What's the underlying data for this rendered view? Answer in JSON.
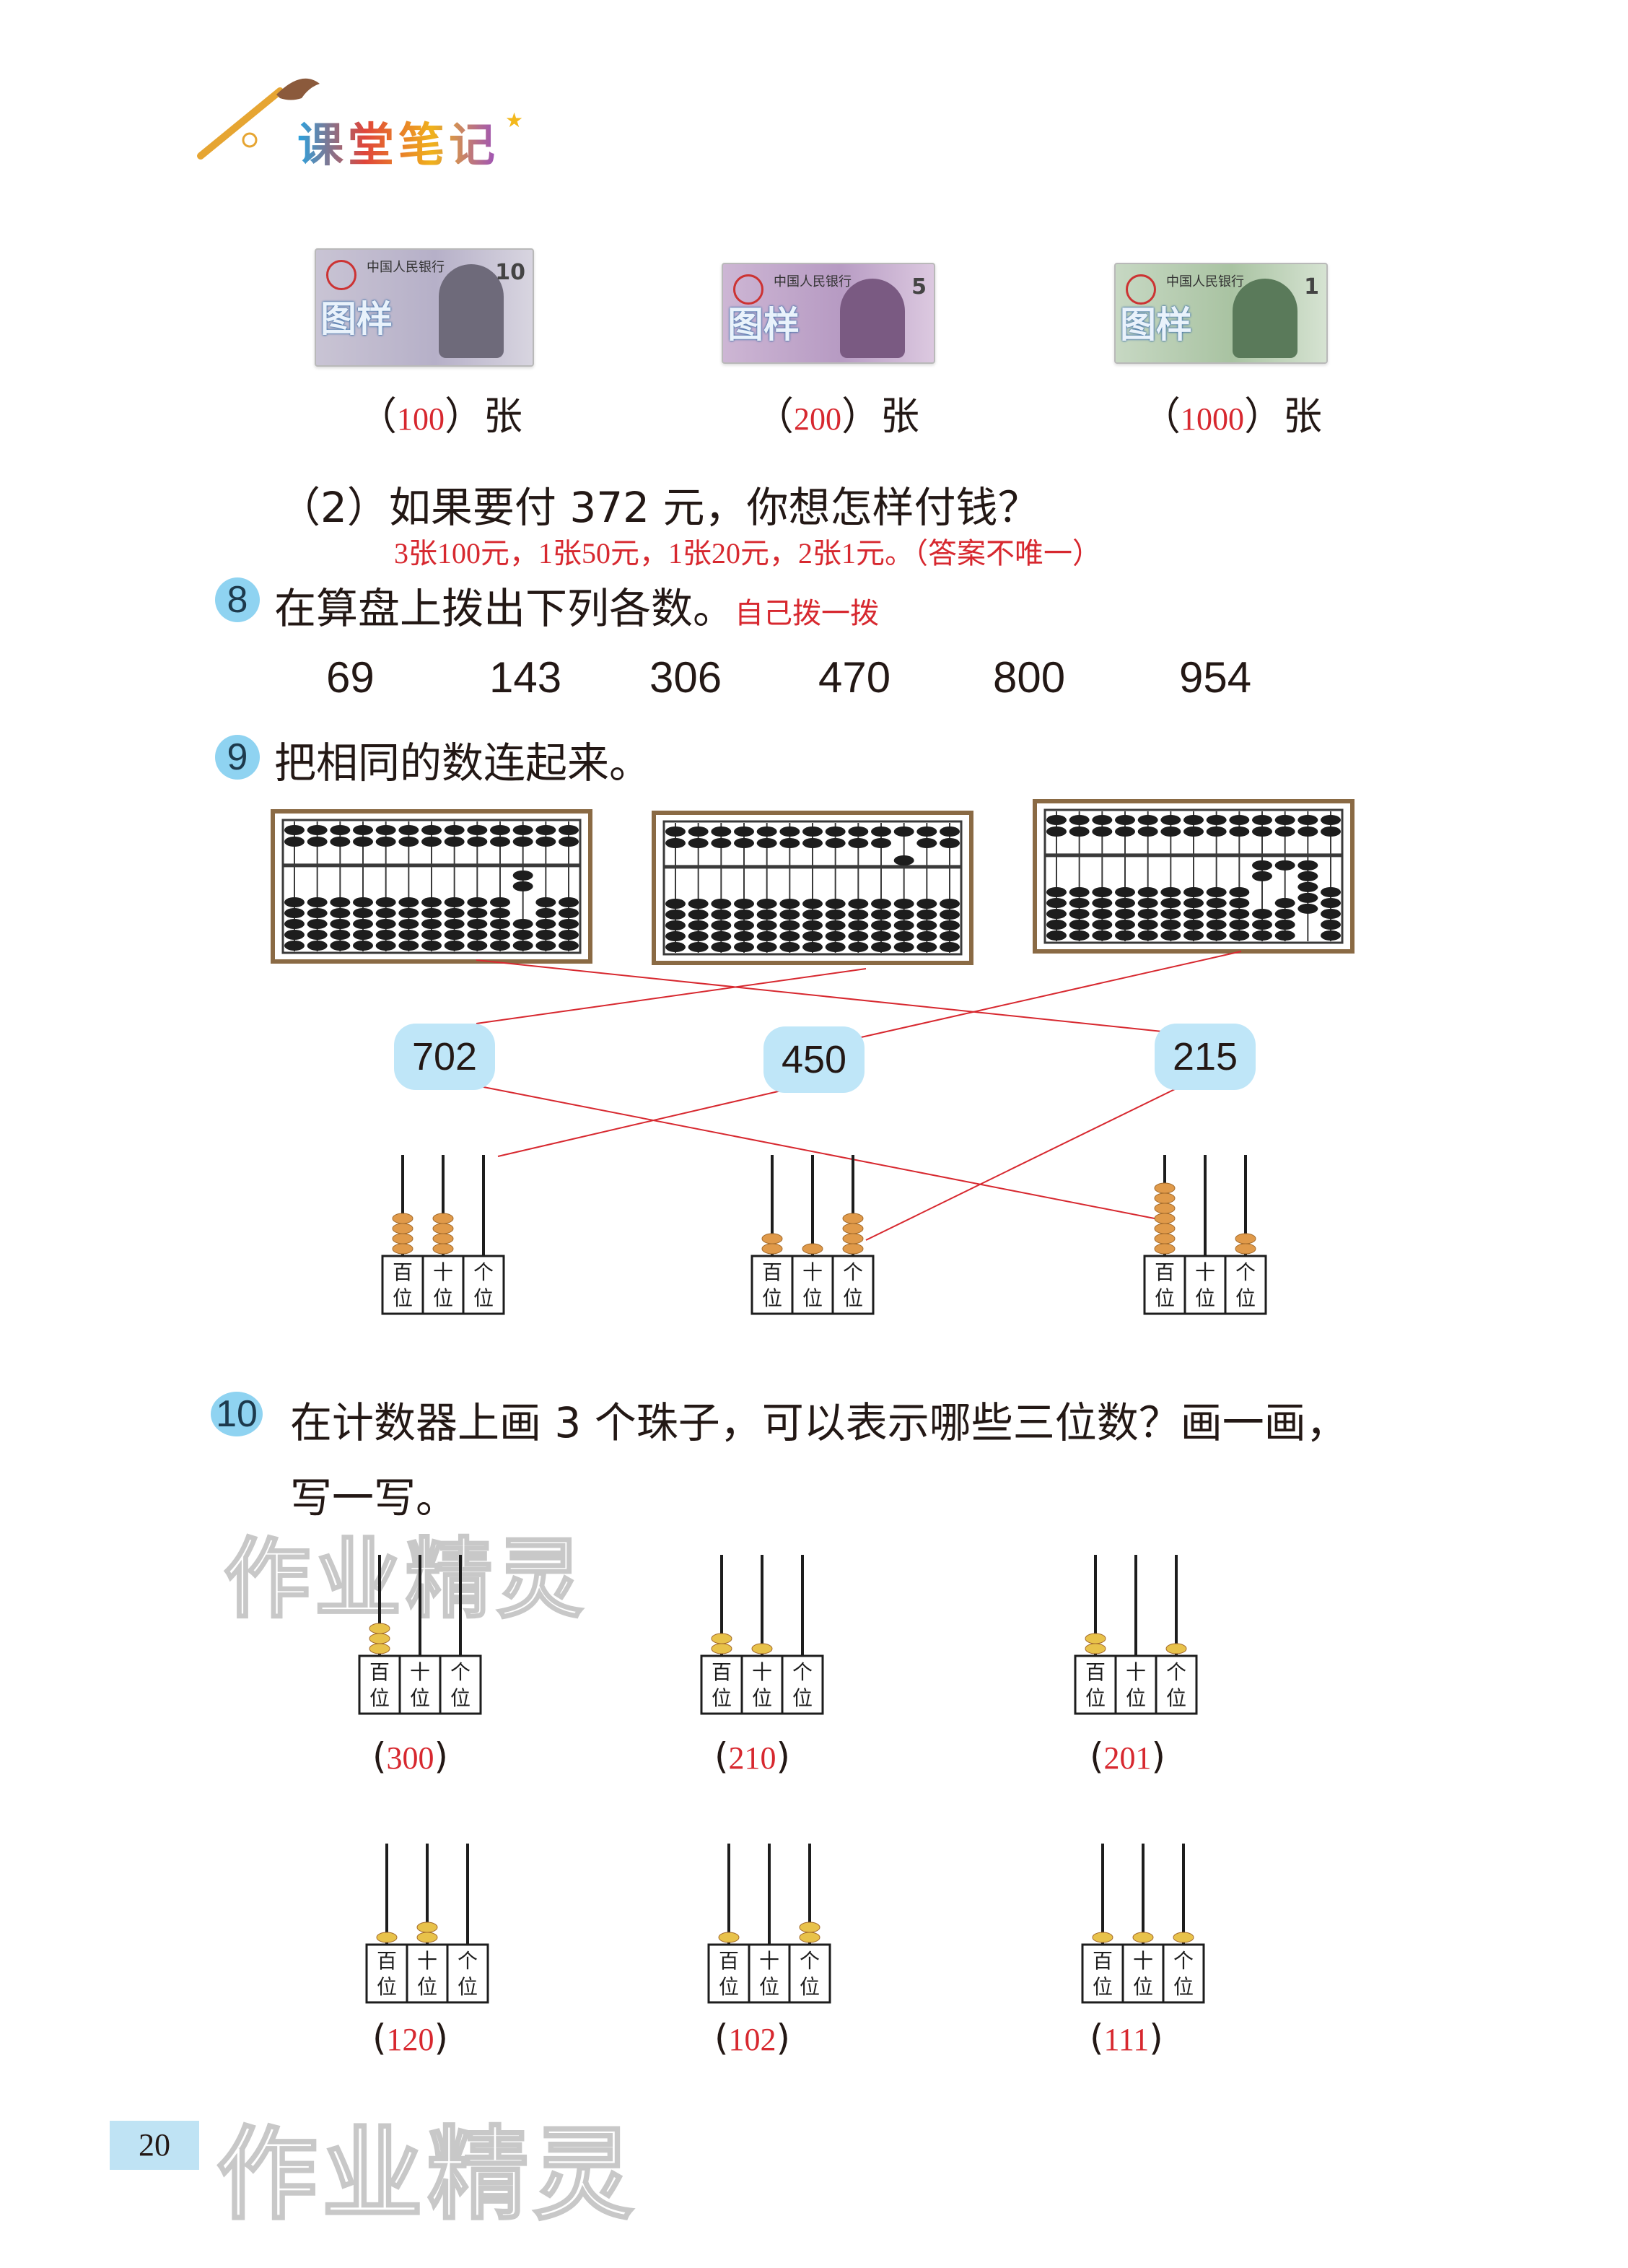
{
  "header": {
    "title": "课堂笔记"
  },
  "q7": {
    "banknotes": [
      {
        "numeral": "10",
        "watermark": "图样",
        "bank": "中国人民银行",
        "answer": "100",
        "unit": "张"
      },
      {
        "numeral": "5",
        "watermark": "图样",
        "bank": "中国人民银行",
        "answer": "200",
        "unit": "张"
      },
      {
        "numeral": "1",
        "watermark": "图样",
        "bank": "中国人民银行",
        "answer": "1000",
        "unit": "张"
      }
    ],
    "part2_label": "（2）",
    "part2_text": "如果要付 372 元，你想怎样付钱？",
    "part2_answer": "3张100元，1张50元，1张20元，2张1元。（答案不唯一）"
  },
  "q8": {
    "number": "8",
    "text": "在算盘上拨出下列各数。",
    "answer": "自己拨一拨",
    "numbers": [
      "69",
      "143",
      "306",
      "470",
      "800",
      "954"
    ]
  },
  "q9": {
    "number": "9",
    "text": "把相同的数连起来。",
    "bubbles": [
      "702",
      "450",
      "215"
    ],
    "counter_labels": {
      "hundreds": [
        "百",
        "位"
      ],
      "tens": [
        "十",
        "位"
      ],
      "ones": [
        "个",
        "位"
      ]
    }
  },
  "q10": {
    "number": "10",
    "text_line1": "在计数器上画 3 个珠子，可以表示哪些三位数？画一画，",
    "text_line2": "写一写。",
    "answers": [
      "300",
      "210",
      "201",
      "120",
      "102",
      "111"
    ]
  },
  "watermark": "作业精灵",
  "page_number": "20",
  "colors": {
    "answer_red": "#d7282f",
    "bubble_blue": "#bfe6f8",
    "qnum_blue": "#8fd3f1",
    "bead_orange": "#e09a4a",
    "bead_gold": "#e8c24a"
  }
}
